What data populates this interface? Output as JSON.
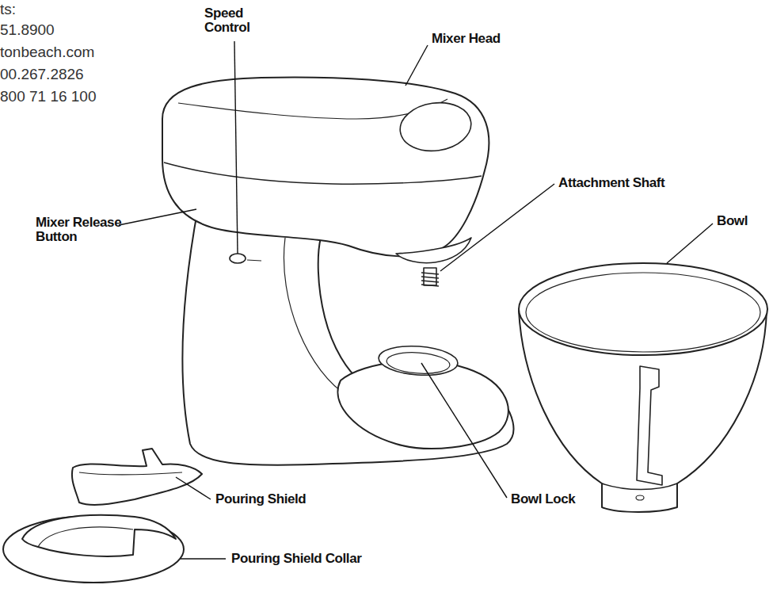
{
  "diagram": {
    "labels": [
      "ts:",
      "51.8900",
      "tonbeach.com",
      "00.267.2826",
      "800 71 16 100",
      "Speed Control",
      "Mixer Head",
      "Attachment Shaft",
      "Bowl",
      "Mixer Release Button",
      "Pouring Shield",
      "Bowl Lock",
      "Pouring Shield Collar"
    ]
  }
}
